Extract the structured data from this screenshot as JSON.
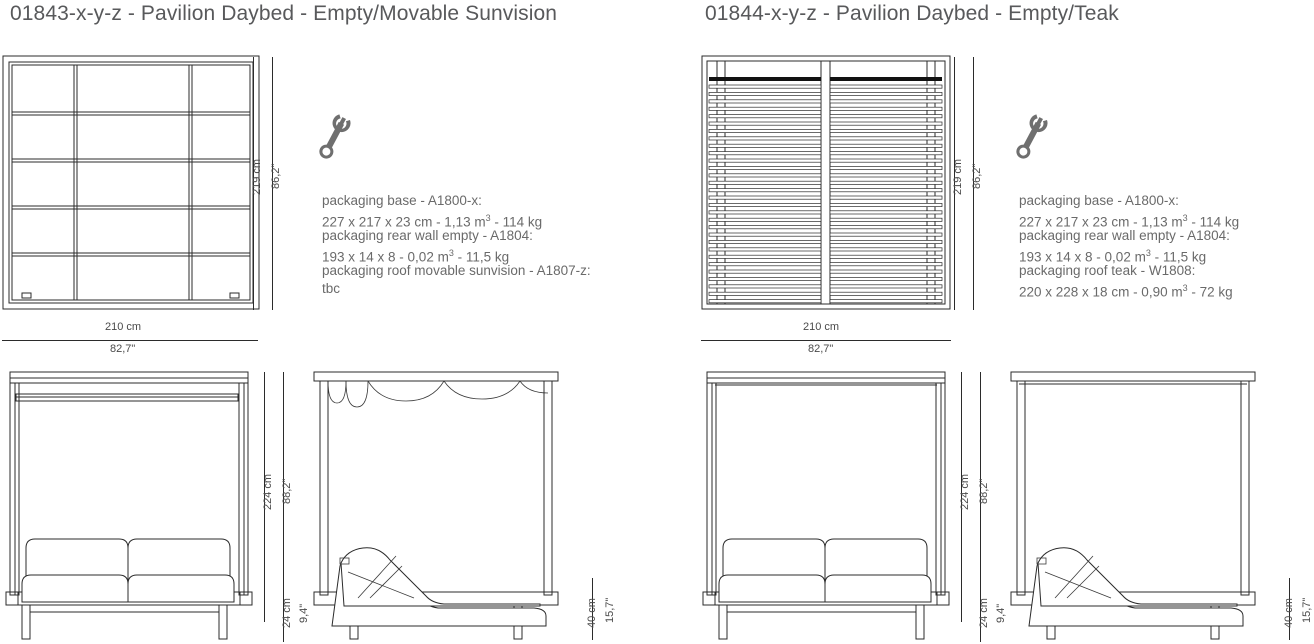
{
  "panels": [
    {
      "title": "01843-x-y-z - Pavilion Daybed - Empty/Movable Sunvision",
      "plan": {
        "type": "grid-sunvision",
        "width_cm_label": "210 cm",
        "width_in_label": "82,7\"",
        "height_cm_label": "219 cm",
        "height_in_label": "86,2\""
      },
      "packaging": [
        "packaging base - A1800-x:",
        "227 x 217 x 23 cm - 1,13 m³ - 114 kg",
        "packaging rear wall empty - A1804:",
        "193 x 14 x 8 - 0,02 m³ - 11,5 kg",
        "packaging roof movable sunvision - A1807-z:",
        "tbc"
      ],
      "packaging_lines": [
        {
          "text": "packaging base - A1800-x:",
          "sup": ""
        },
        {
          "pre": "227 x 217 x 23 cm - 1,13 m",
          "sup": "3",
          "post": " - 114 kg"
        },
        {
          "text": "packaging rear wall empty - A1804:",
          "sup": ""
        },
        {
          "pre": "193 x 14 x 8 - 0,02 m",
          "sup": "3",
          "post": " - 11,5 kg"
        },
        {
          "text": "packaging roof movable sunvision - A1807-z:",
          "sup": ""
        },
        {
          "text": "tbc",
          "sup": ""
        }
      ],
      "front": {
        "has_sunvision_roller": true,
        "height_cm_label": "224 cm",
        "height_in_label": "88,2\"",
        "base_cm_label": "24 cm",
        "base_in_label": "9,4\""
      },
      "section": {
        "has_curtain": true,
        "seat_cm_label": "40 cm",
        "seat_in_label": "15,7\""
      },
      "icon": "wrench-icon"
    },
    {
      "title": "01844-x-y-z - Pavilion Daybed - Empty/Teak",
      "plan": {
        "type": "slats-teak",
        "width_cm_label": "210 cm",
        "width_in_label": "82,7\"",
        "height_cm_label": "219 cm",
        "height_in_label": "86,2\""
      },
      "packaging": [
        "packaging base - A1800-x:",
        "227 x 217 x 23 cm - 1,13 m³ - 114 kg",
        "packaging rear wall empty - A1804:",
        "193 x 14 x 8 - 0,02 m³ - 11,5 kg",
        "packaging roof teak - W1808:",
        "220 x 228 x 18 cm - 0,90 m³ - 72 kg"
      ],
      "packaging_lines": [
        {
          "text": "packaging base - A1800-x:",
          "sup": ""
        },
        {
          "pre": "227 x 217 x 23 cm - 1,13 m",
          "sup": "3",
          "post": " - 114 kg"
        },
        {
          "text": "packaging rear wall empty - A1804:",
          "sup": ""
        },
        {
          "pre": "193 x 14 x 8 - 0,02 m",
          "sup": "3",
          "post": " - 11,5 kg"
        },
        {
          "text": "packaging roof teak - W1808:",
          "sup": ""
        },
        {
          "pre": "220 x 228 x 18 cm - 0,90 m",
          "sup": "3",
          "post": " - 72 kg"
        }
      ],
      "front": {
        "has_sunvision_roller": false,
        "height_cm_label": "224 cm",
        "height_in_label": "88,2\"",
        "base_cm_label": "24 cm",
        "base_in_label": "9,4\""
      },
      "section": {
        "has_curtain": false,
        "seat_cm_label": "40 cm",
        "seat_in_label": "15,7\""
      },
      "icon": "wrench-icon"
    }
  ],
  "colors": {
    "line": "#2b2b2b",
    "text": "#5a5a5a",
    "background": "#ffffff"
  }
}
